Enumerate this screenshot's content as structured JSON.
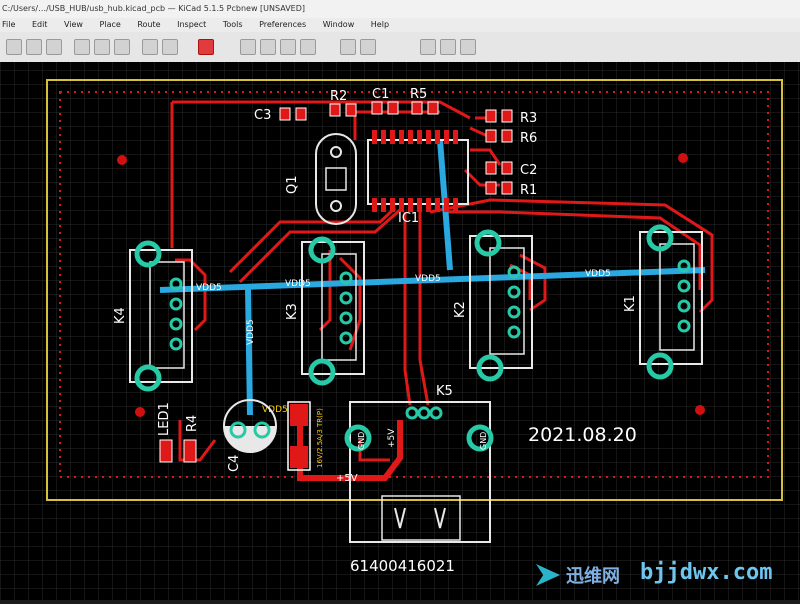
{
  "app": {
    "title": "C:/Users/…/USB_HUB/usb_hub.kicad_pcb — KiCad 5.1.5 Pcbnew [UNSAVED]",
    "menu": [
      "File",
      "Edit",
      "View",
      "Place",
      "Route",
      "Inspect",
      "Tools",
      "Preferences",
      "Window",
      "Help"
    ]
  },
  "pcb": {
    "components": {
      "c3": "C3",
      "r2": "R2",
      "c1": "C1",
      "r5": "R5",
      "r3": "R3",
      "r6": "R6",
      "c2": "C2",
      "r1": "R1",
      "q1": "Q1",
      "ic1": "IC1",
      "k4": "K4",
      "k3": "K3",
      "k2": "K2",
      "k1": "K1",
      "k5": "K5",
      "led1": "LED1",
      "r4": "R4",
      "c4": "C4"
    },
    "net_labels": {
      "vdd5": "VDD5",
      "plus5v": "+5V",
      "gnd": "GND",
      "diode": "16V/2.5A/3 TR(P)"
    },
    "date_text": "2021.08.20",
    "part_number": "61400416021"
  },
  "watermark": {
    "cn": "迅维网",
    "en": "bjjdwx.com"
  }
}
